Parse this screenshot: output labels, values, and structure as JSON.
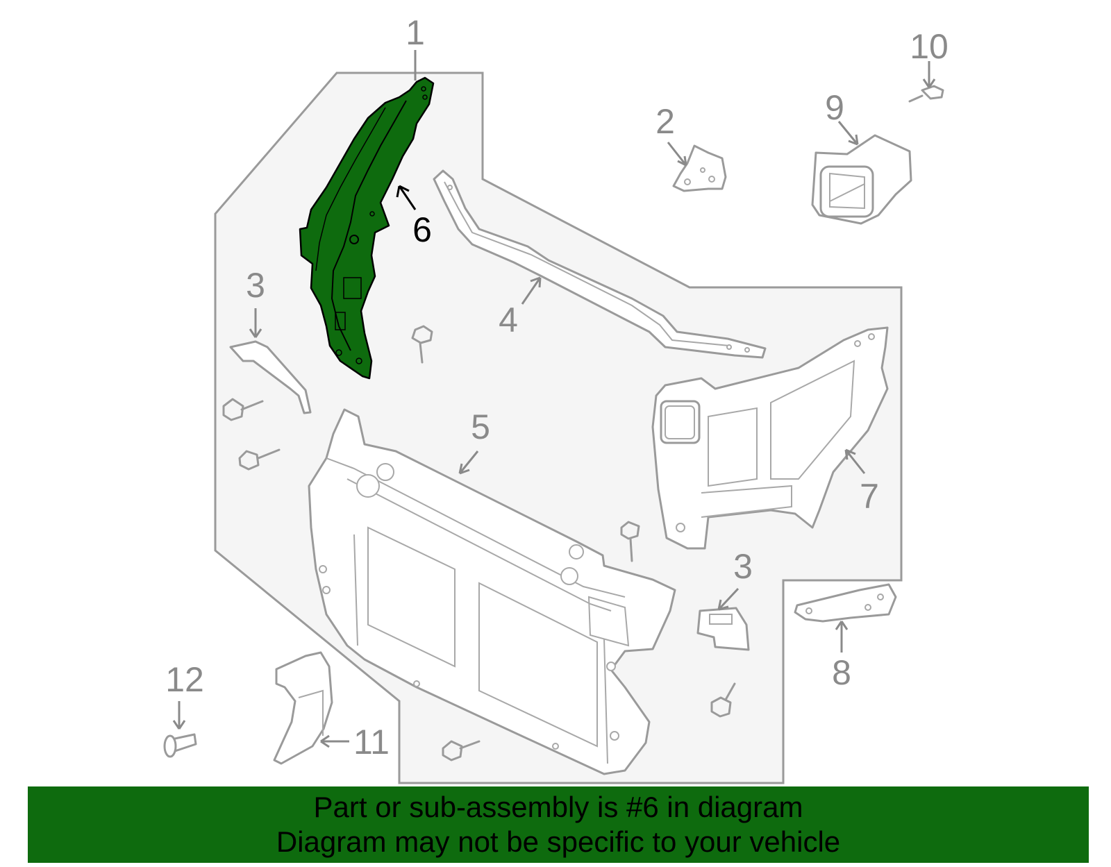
{
  "callouts": {
    "c1": "1",
    "c2": "2",
    "c3a": "3",
    "c3b": "3",
    "c4": "4",
    "c5": "5",
    "c6": "6",
    "c7": "7",
    "c8": "8",
    "c9": "9",
    "c10": "10",
    "c11": "11",
    "c12": "12"
  },
  "highlight": {
    "part_number": "6",
    "color": "#0e6b0e"
  },
  "colors": {
    "panel_background": "#f5f5f5",
    "line_gray": "#9a9a9a",
    "banner": "#0e6b0e"
  },
  "banner": {
    "line1": "Part or sub-assembly is #6 in diagram",
    "line2": "Diagram may not be specific to your vehicle"
  }
}
